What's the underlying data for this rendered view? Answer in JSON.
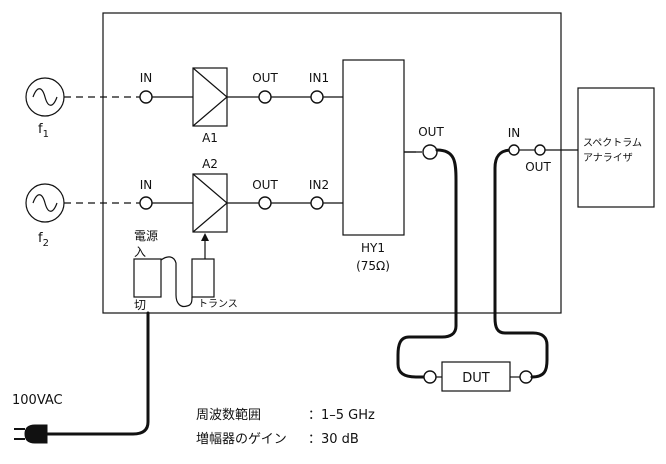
{
  "sources": {
    "f1": {
      "base": "f",
      "sub": "1"
    },
    "f2": {
      "base": "f",
      "sub": "2"
    }
  },
  "channel1": {
    "in": "IN",
    "amp": "A1",
    "out": "OUT",
    "hy_in": "IN1"
  },
  "channel2": {
    "in": "IN",
    "amp": "A2",
    "out": "OUT",
    "hy_in": "IN2"
  },
  "hybrid": {
    "name": "HY1",
    "impedance": "(75Ω)",
    "out": "OUT"
  },
  "power": {
    "on_label_1": "電源",
    "on_label_2": "入",
    "off_label": "切",
    "transformer": "トランス",
    "mains": "100VAC"
  },
  "analyzer": {
    "in": "IN",
    "out": "OUT",
    "line1": "スペクトラム",
    "line2": "アナライザ"
  },
  "dut": {
    "label": "DUT"
  },
  "notes": {
    "freq_label": "周波数範囲",
    "freq_value": "：1–5 GHz",
    "gain_label": "増幅器のゲイン",
    "gain_value": "：30 dB"
  }
}
